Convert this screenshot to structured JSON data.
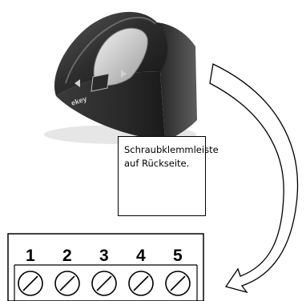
{
  "device": {
    "brand": "ekey"
  },
  "callout": {
    "line1": "Schraubklemmleiste",
    "line2": "auf Rückseite."
  },
  "terminals": [
    {
      "label": "1"
    },
    {
      "label": "2"
    },
    {
      "label": "3"
    },
    {
      "label": "4"
    },
    {
      "label": "5"
    }
  ],
  "colors": {
    "device_body": "#2b2b2b",
    "device_top": "#4a4a4a",
    "sensor_pad": "#d9d9d9",
    "arrow_fill": "#ffffff",
    "outline": "#000000"
  }
}
